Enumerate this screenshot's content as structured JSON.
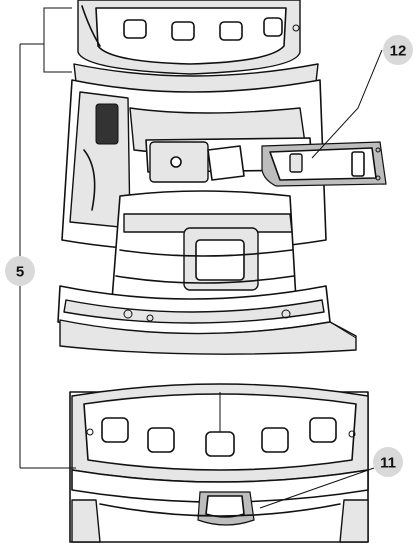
{
  "callouts": {
    "base": "5",
    "release_tab": "11",
    "clamp_lever": "12"
  },
  "colors": {
    "callout_circle": "#d9d9d9",
    "line_art": "#111111",
    "shade_light": "#e6e6e6",
    "shade_mid": "#bdbdbd"
  }
}
